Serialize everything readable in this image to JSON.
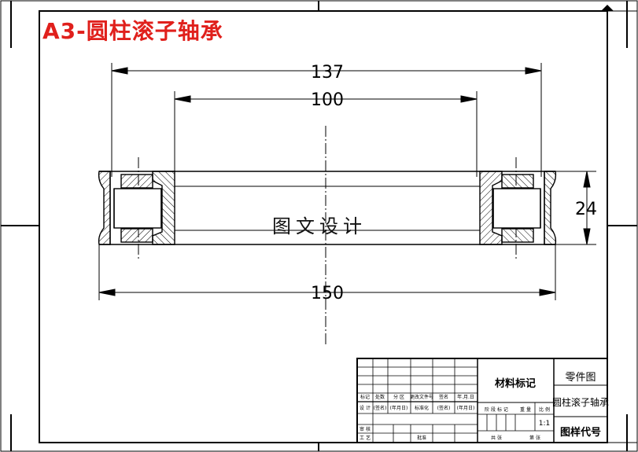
{
  "title": "A3-圆柱滚子轴承",
  "dimensions": {
    "outer_diameter": "137",
    "inner_diameter": "100",
    "width_overall": "150",
    "height": "24"
  },
  "watermark": "图文设计",
  "title_block": {
    "material_mark": "材料标记",
    "part_drawing": "零件图",
    "part_name": "圆柱滚子轴承",
    "drawing_code": "图样代号",
    "scale": "1:1",
    "row_labels": {
      "mark": "标记",
      "count": "处数",
      "zone": "分 区",
      "change_doc": "更改文件号",
      "sign": "签名",
      "date": "年.月.日",
      "design": "设 计",
      "sign2": "(签名)",
      "date2": "(年月日)",
      "standard": "标准化",
      "sign3": "(签名)",
      "date3": "(年月日)",
      "review": "审 核",
      "process": "工 艺",
      "approve": "批准",
      "stage_mark": "阶 段 标 记",
      "weight": "重 量",
      "ratio": "比 例",
      "total": "共   张",
      "sheet": "第   张"
    }
  }
}
